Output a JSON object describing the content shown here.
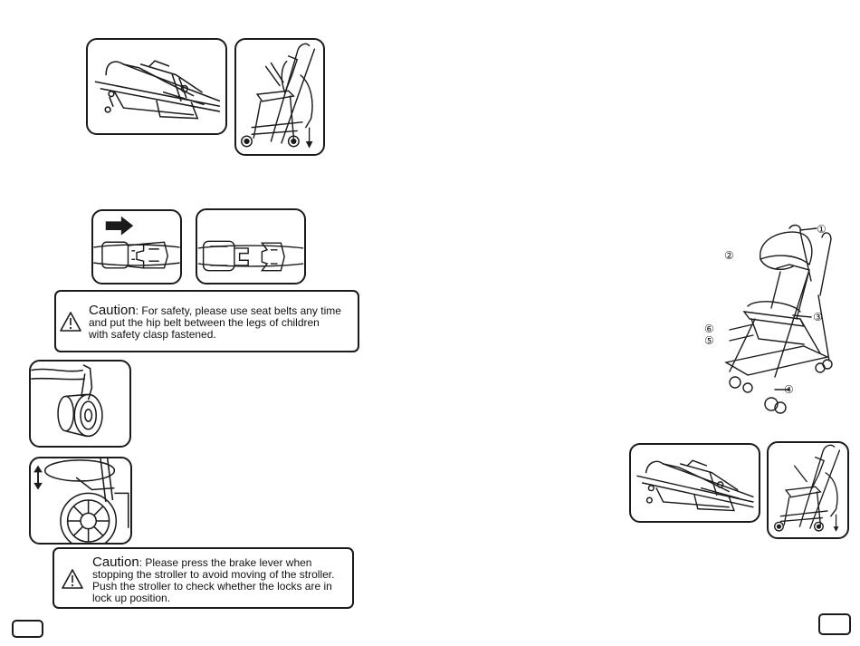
{
  "caution_belt": {
    "label": "Caution",
    "line1": "For safety, please use seat belts any time",
    "line2": "and  put the hip belt between the legs of  children",
    "line3": "with safety clasp fastened."
  },
  "caution_brake": {
    "label": "Caution",
    "line1": "Please press the brake lever when",
    "line2": "stopping the stroller to avoid moving of the stroller.",
    "line3": "Push the stroller to check whether the locks are in",
    "line4": "lock up position."
  },
  "parts_callouts": [
    "①",
    "②",
    "③",
    "④",
    "⑤",
    "⑥"
  ],
  "icons": {
    "warning": "warning-triangle-icon",
    "arrow": "arrow-right-icon",
    "down_arrow": "arrow-down-icon",
    "updown_arrow": "arrow-up-down-icon"
  },
  "page_numbers": {
    "left": "",
    "right": ""
  }
}
